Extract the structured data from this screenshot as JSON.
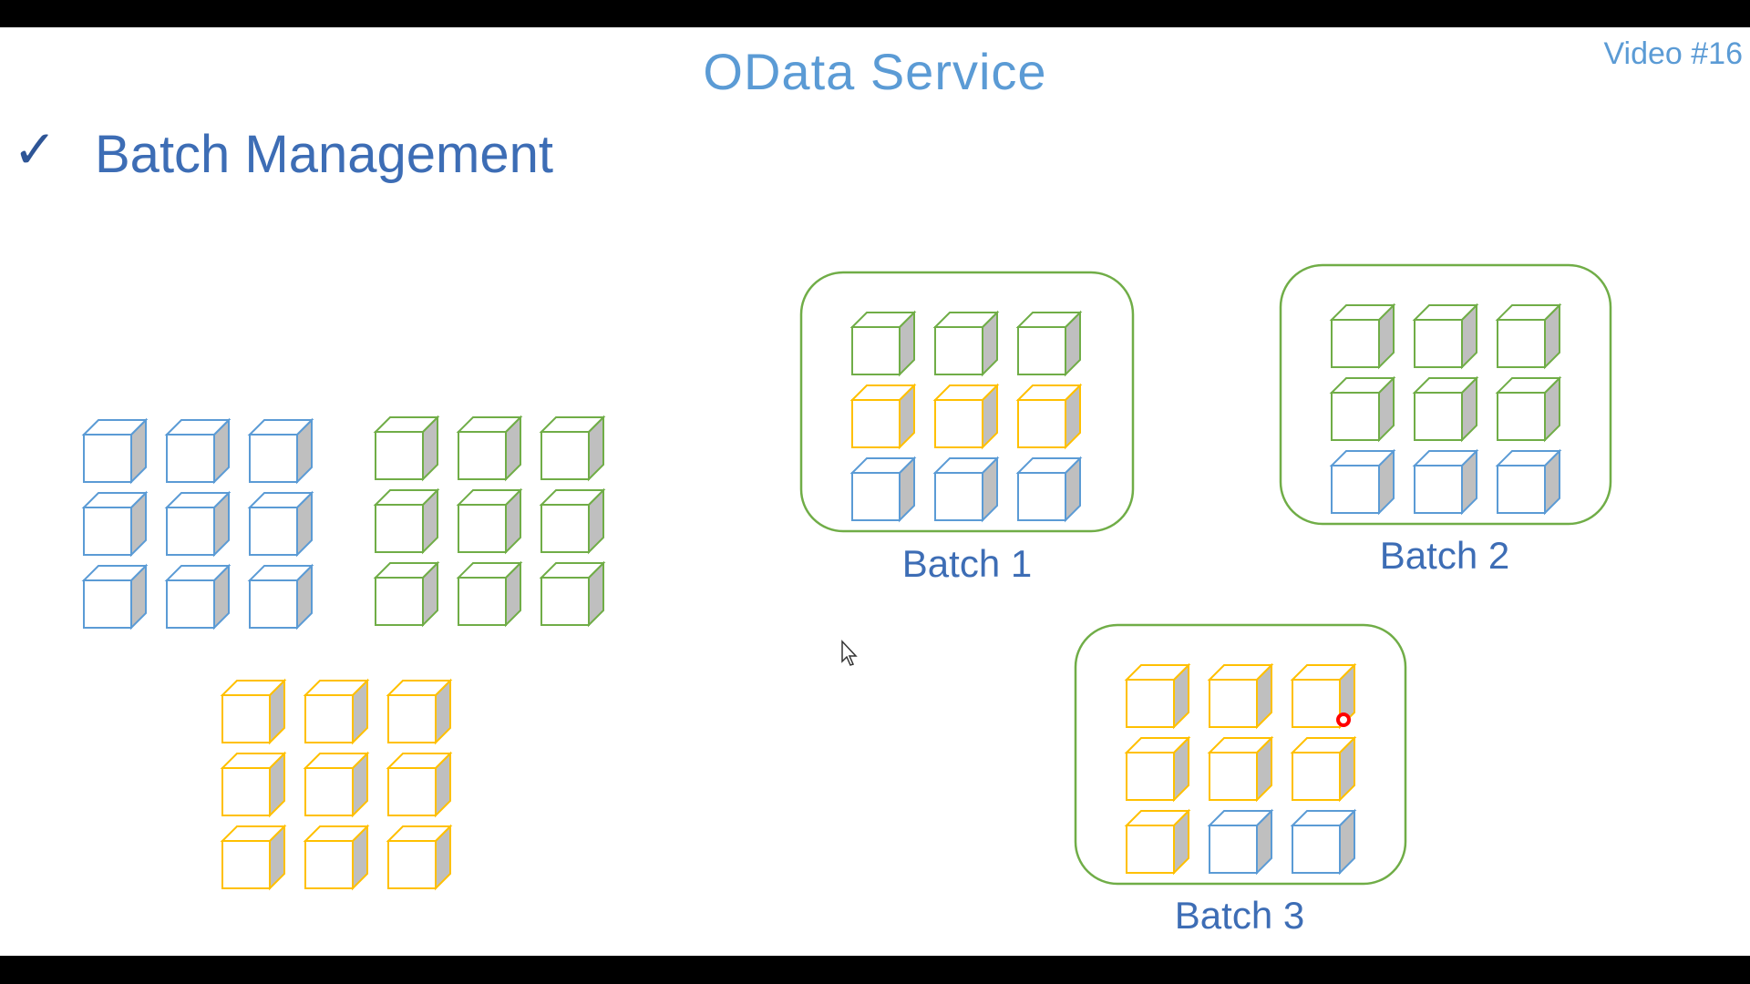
{
  "slide": {
    "title": "OData Service",
    "video_tag": "Video #16",
    "bullet": {
      "check_icon": "check-icon",
      "text": "Batch Management"
    }
  },
  "colors": {
    "blue": "#5b9bd5",
    "green": "#70ad47",
    "yellow": "#ffc000",
    "batch_border": "#70ad47",
    "cube_side": "#bfbfbf",
    "text_blue": "#3d6db5",
    "pointer_red": "#ff0000"
  },
  "loose_groups": [
    {
      "name": "blue-group",
      "color": "blue",
      "count": 9
    },
    {
      "name": "green-group",
      "color": "green",
      "count": 9
    },
    {
      "name": "yellow-group",
      "color": "yellow",
      "count": 9
    }
  ],
  "batches": [
    {
      "label": "Batch 1",
      "cubes": [
        "green",
        "green",
        "green",
        "yellow",
        "yellow",
        "yellow",
        "blue",
        "blue",
        "blue"
      ]
    },
    {
      "label": "Batch 2",
      "cubes": [
        "green",
        "green",
        "green",
        "green",
        "green",
        "green",
        "blue",
        "blue",
        "blue"
      ]
    },
    {
      "label": "Batch 3",
      "cubes": [
        "yellow",
        "yellow",
        "yellow",
        "yellow",
        "yellow",
        "yellow",
        "yellow",
        "blue",
        "blue"
      ]
    }
  ]
}
